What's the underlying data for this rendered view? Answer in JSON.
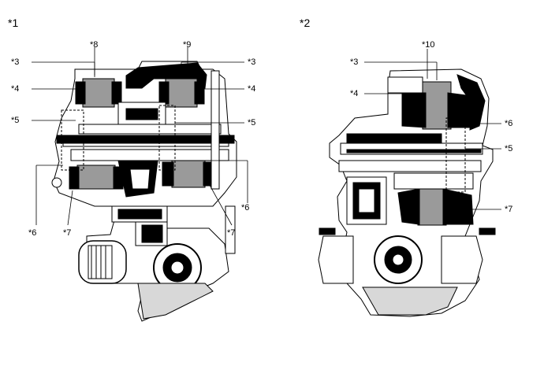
{
  "panels": [
    {
      "id": "panel-1",
      "heading": "*1",
      "callouts": {
        "c8": "*8",
        "c9": "*9",
        "c3_left": "*3",
        "c3_right": "*3",
        "c4_left": "*4",
        "c4_right": "*4",
        "c5_left": "*5",
        "c5_right": "*5",
        "c6_bottom_left": "*6",
        "c6_bottom_right": "*6",
        "c7_bottom_left": "*7",
        "c7_bottom_right": "*7"
      }
    },
    {
      "id": "panel-2",
      "heading": "*2",
      "callouts": {
        "c10": "*10",
        "c3": "*3",
        "c4": "*4",
        "c6": "*6",
        "c5": "*5",
        "c7": "*7"
      }
    }
  ]
}
